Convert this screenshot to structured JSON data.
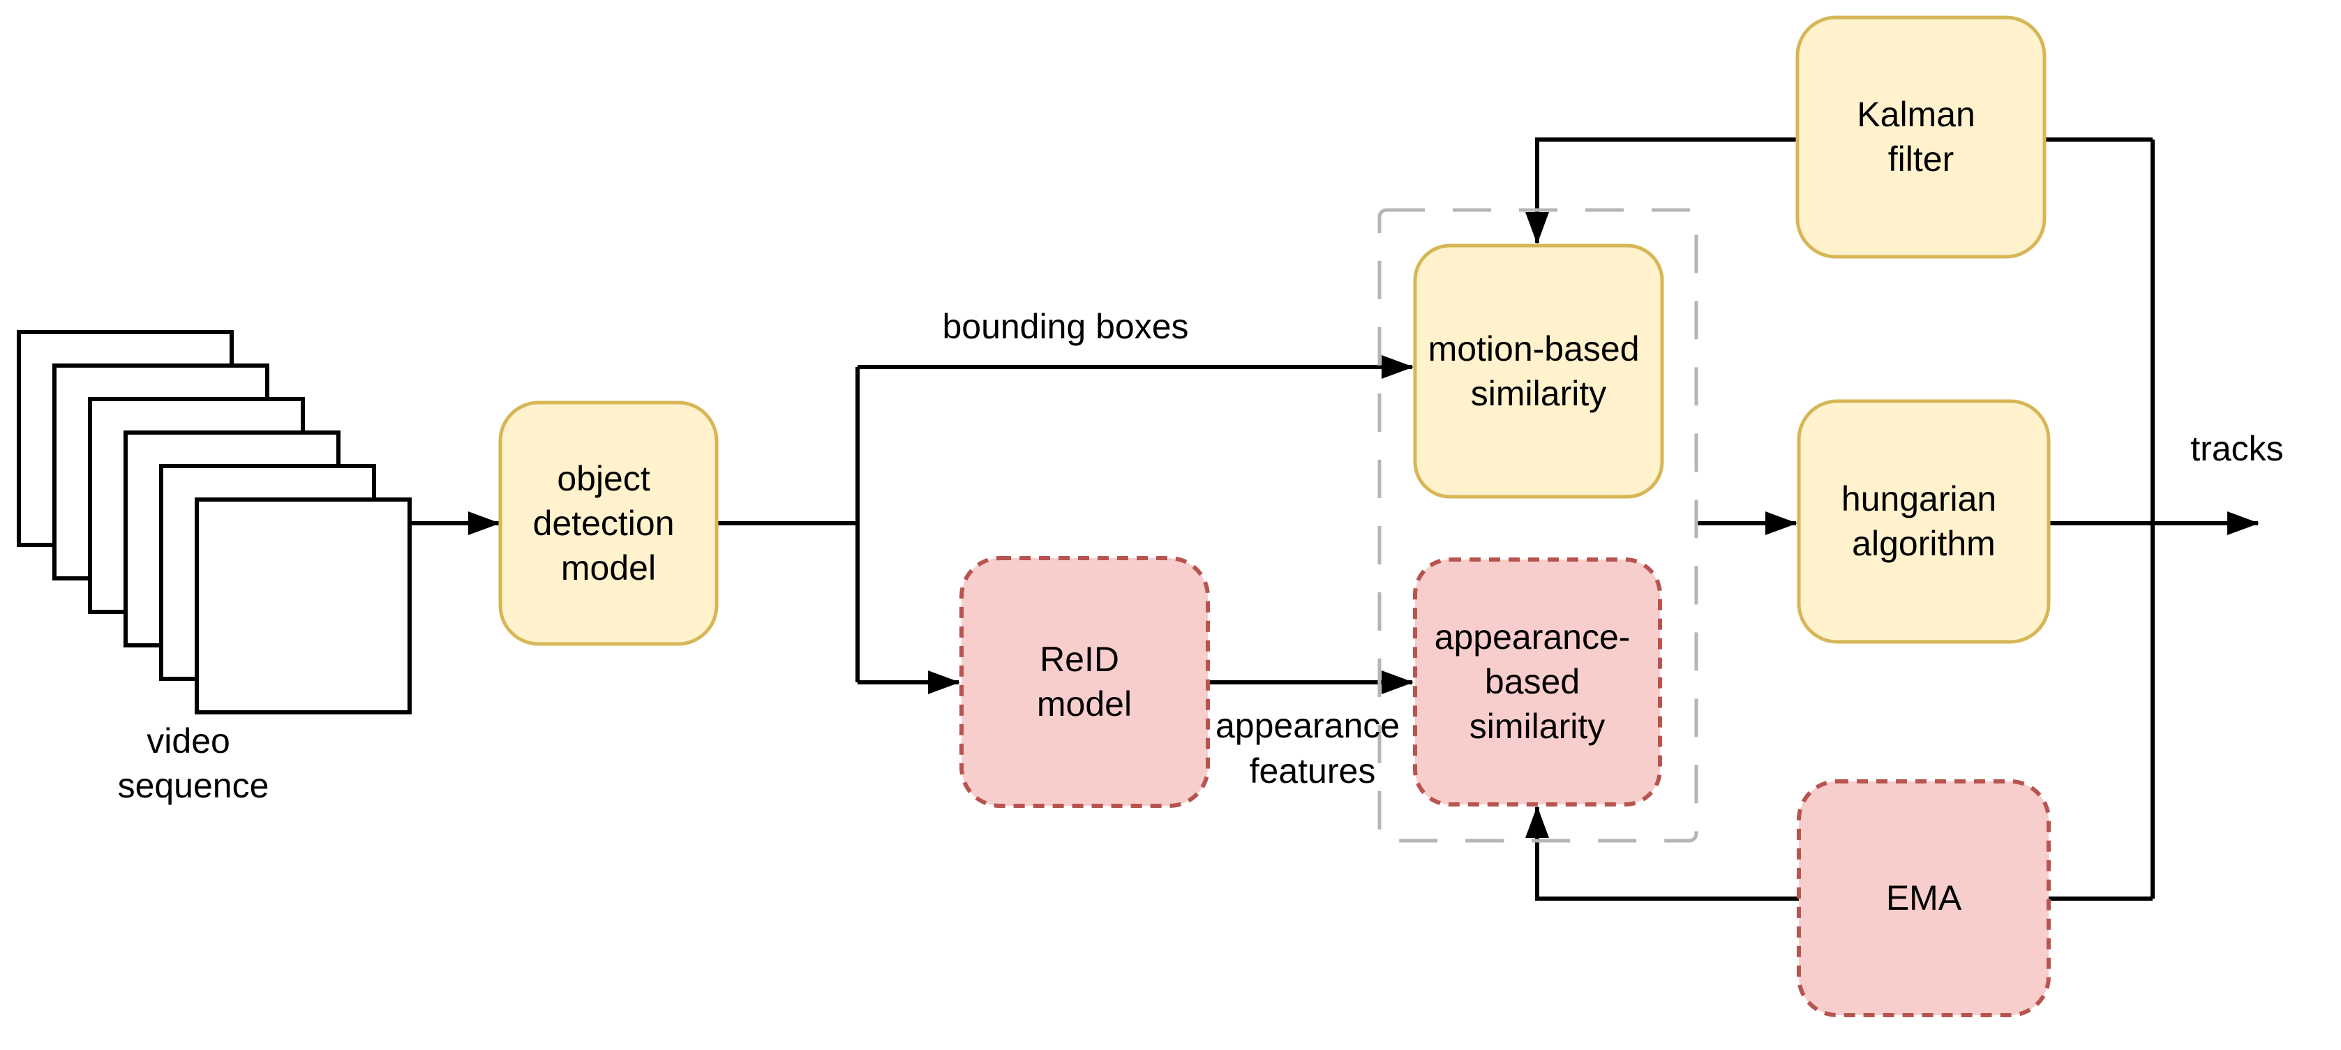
{
  "diagram": {
    "type": "flowchart",
    "description_visible_only": "object tracking pipeline",
    "colors": {
      "background": "#ffffff",
      "yellow_fill": "#FFF2CC",
      "yellow_stroke": "#D6B656",
      "red_fill": "#F8CECC",
      "red_stroke": "#B85450",
      "container_stroke": "#b5b5b5",
      "frame_fill": "#ffffff",
      "line": "#000000",
      "text": "#000000"
    },
    "nodes": {
      "video_sequence": {
        "lines": [
          "video",
          "sequence"
        ]
      },
      "object_detection": {
        "lines": [
          "object",
          "detection",
          "model"
        ]
      },
      "reid": {
        "lines": [
          "ReID",
          "model"
        ]
      },
      "motion_similarity": {
        "lines": [
          "motion-based",
          "similarity"
        ]
      },
      "appearance_similarity": {
        "lines": [
          "appearance-",
          "based",
          "similarity"
        ]
      },
      "kalman": {
        "lines": [
          "Kalman",
          "filter"
        ]
      },
      "hungarian": {
        "lines": [
          "hungarian",
          "algorithm"
        ]
      },
      "ema": {
        "lines": [
          "EMA"
        ]
      }
    },
    "edge_labels": {
      "bounding_boxes": "bounding boxes",
      "appearance_features": {
        "lines": [
          "appearance",
          "features"
        ]
      },
      "tracks": "tracks"
    }
  }
}
